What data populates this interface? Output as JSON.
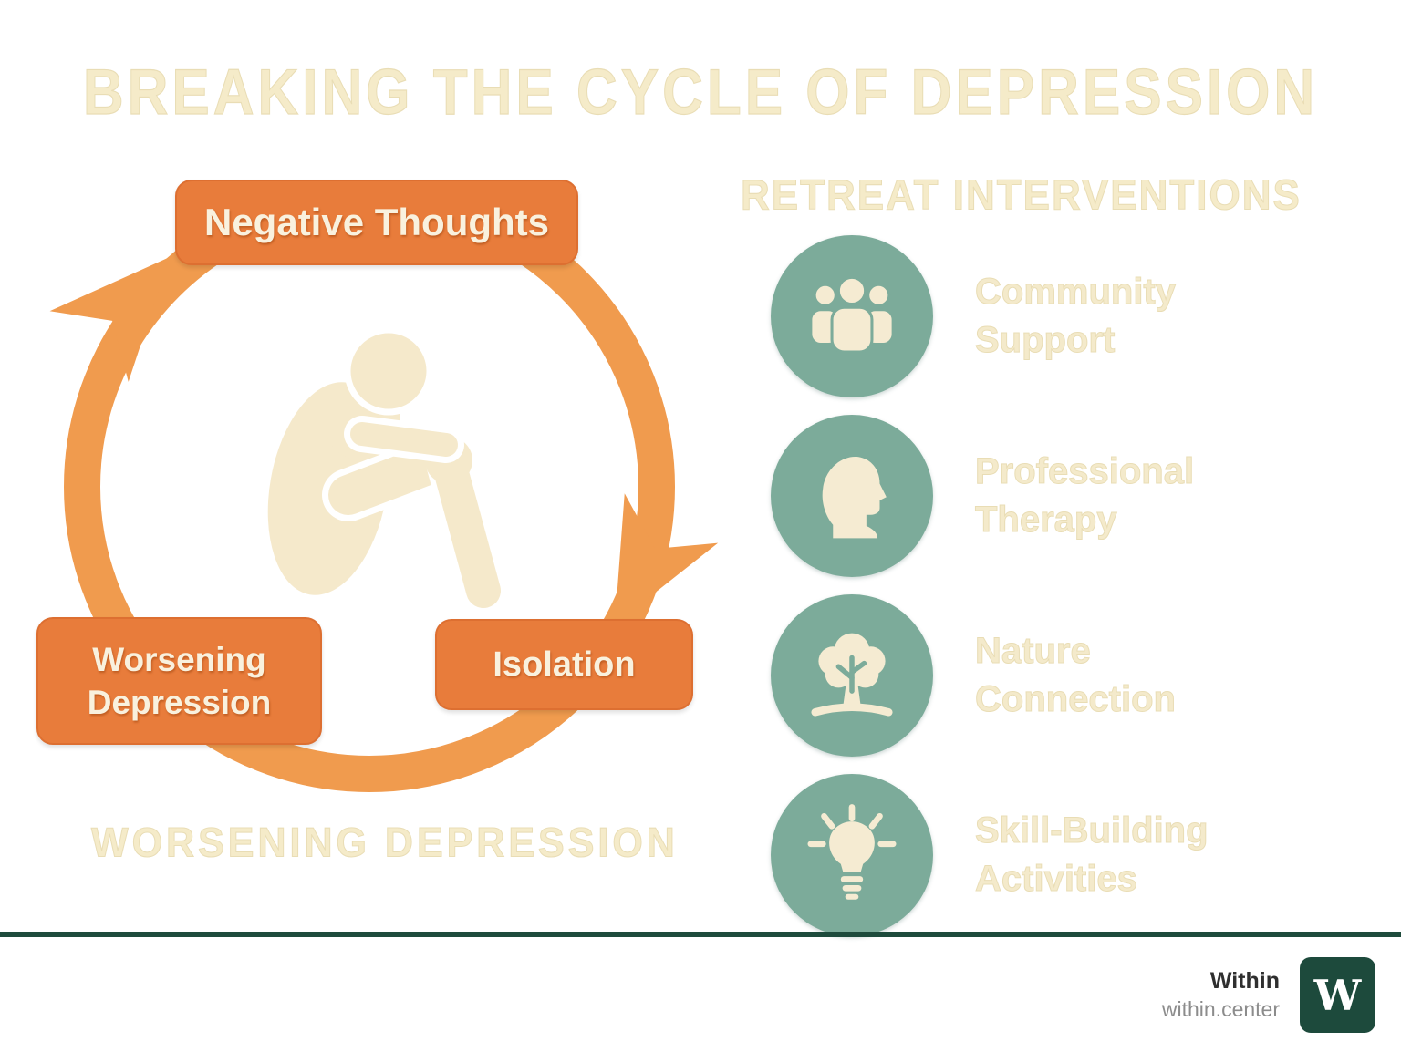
{
  "title": "BREAKING THE CYCLE OF DEPRESSION",
  "cycle": {
    "nodes": [
      {
        "label": "Negative Thoughts"
      },
      {
        "label": "Isolation"
      },
      {
        "label": "Worsening Depression"
      }
    ],
    "center_figure": "hunched-person-icon",
    "caption": "WORSENING DEPRESSION"
  },
  "interventions": {
    "header": "RETREAT INTERVENTIONS",
    "items": [
      {
        "icon": "people-icon",
        "label": "Community Support"
      },
      {
        "icon": "head-profile-icon",
        "label": "Professional Therapy"
      },
      {
        "icon": "tree-icon",
        "label": "Nature Connection"
      },
      {
        "icon": "lightbulb-icon",
        "label": "Skill-Building Activities"
      }
    ]
  },
  "footer": {
    "brand": "Within",
    "url": "within.center",
    "logo_letter": "W"
  },
  "colors": {
    "background": "#ffffff",
    "box_orange": "#e87c3b",
    "ring_orange": "#f09b4e",
    "cream_text": "#f5ebc9",
    "figure_cream": "#f5e9cb",
    "teal_circle": "#7cab9a",
    "icon_cream": "#f5ebd2",
    "divider_green": "#1e4b3c",
    "logo_green": "#1d4a3c"
  }
}
